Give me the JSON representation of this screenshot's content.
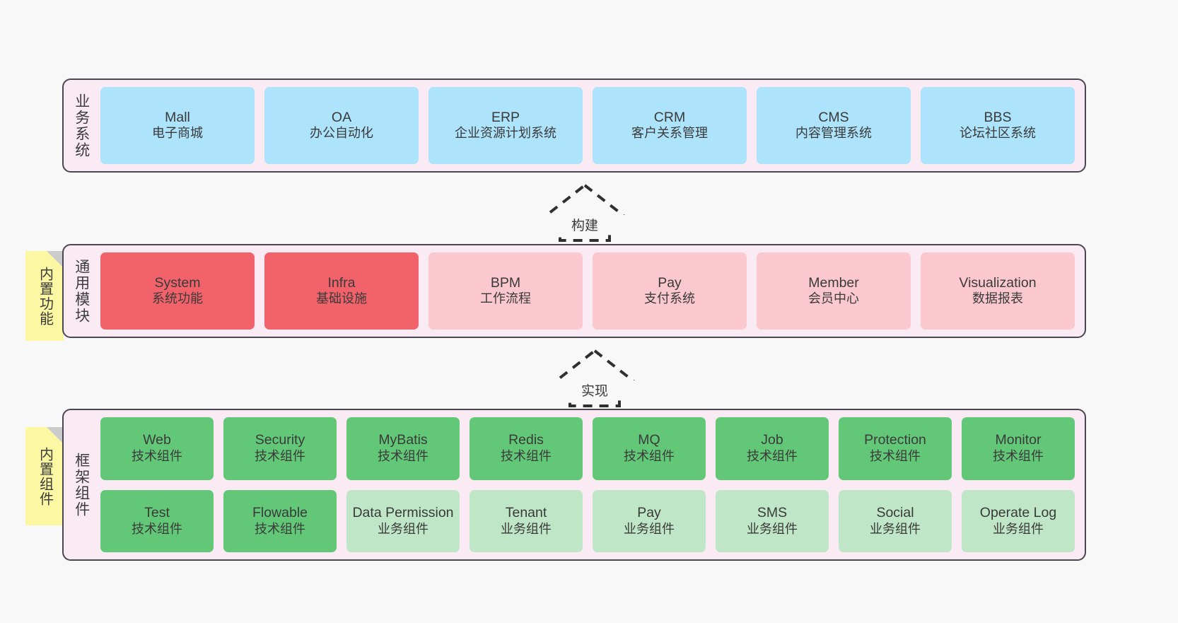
{
  "diagram": {
    "background_color": "#f8f8f8",
    "layer_fill": "#f9eaf4",
    "layer_border": "#4a4652",
    "sticky_color": "#fbf7a3",
    "colors": {
      "blue": "#ade3fb",
      "red": "#f1626a",
      "pink": "#fbc8d0",
      "green": "#62c878",
      "light_green": "#bfe6c6"
    }
  },
  "sticky_notes": [
    {
      "label": "内置功能"
    },
    {
      "label": "内置组件"
    }
  ],
  "connectors": [
    {
      "label": "构建",
      "direction": "up",
      "style": "dashed-block-arrow"
    },
    {
      "label": "实现",
      "direction": "up",
      "style": "dashed-block-arrow"
    }
  ],
  "layers": [
    {
      "name": "business-systems",
      "label": "业务系统",
      "rows": [
        [
          {
            "title": "Mall",
            "sub": "电子商城",
            "color": "blue"
          },
          {
            "title": "OA",
            "sub": "办公自动化",
            "color": "blue"
          },
          {
            "title": "ERP",
            "sub": "企业资源计划系统",
            "color": "blue"
          },
          {
            "title": "CRM",
            "sub": "客户关系管理",
            "color": "blue"
          },
          {
            "title": "CMS",
            "sub": "内容管理系统",
            "color": "blue"
          },
          {
            "title": "BBS",
            "sub": "论坛社区系统",
            "color": "blue"
          }
        ]
      ]
    },
    {
      "name": "common-modules",
      "label": "通用模块",
      "rows": [
        [
          {
            "title": "System",
            "sub": "系统功能",
            "color": "red"
          },
          {
            "title": "Infra",
            "sub": "基础设施",
            "color": "red"
          },
          {
            "title": "BPM",
            "sub": "工作流程",
            "color": "pink"
          },
          {
            "title": "Pay",
            "sub": "支付系统",
            "color": "pink"
          },
          {
            "title": "Member",
            "sub": "会员中心",
            "color": "pink"
          },
          {
            "title": "Visualization",
            "sub": "数据报表",
            "color": "pink"
          }
        ]
      ]
    },
    {
      "name": "framework-components",
      "label": "框架组件",
      "rows": [
        [
          {
            "title": "Web",
            "sub": "技术组件",
            "color": "green"
          },
          {
            "title": "Security",
            "sub": "技术组件",
            "color": "green"
          },
          {
            "title": "MyBatis",
            "sub": "技术组件",
            "color": "green"
          },
          {
            "title": "Redis",
            "sub": "技术组件",
            "color": "green"
          },
          {
            "title": "MQ",
            "sub": "技术组件",
            "color": "green"
          },
          {
            "title": "Job",
            "sub": "技术组件",
            "color": "green"
          },
          {
            "title": "Protection",
            "sub": "技术组件",
            "color": "green"
          },
          {
            "title": "Monitor",
            "sub": "技术组件",
            "color": "green"
          }
        ],
        [
          {
            "title": "Test",
            "sub": "技术组件",
            "color": "green"
          },
          {
            "title": "Flowable",
            "sub": "技术组件",
            "color": "green"
          },
          {
            "title": "Data Permission",
            "sub": "业务组件",
            "color": "light_green"
          },
          {
            "title": "Tenant",
            "sub": "业务组件",
            "color": "light_green"
          },
          {
            "title": "Pay",
            "sub": "业务组件",
            "color": "light_green"
          },
          {
            "title": "SMS",
            "sub": "业务组件",
            "color": "light_green"
          },
          {
            "title": "Social",
            "sub": "业务组件",
            "color": "light_green"
          },
          {
            "title": "Operate Log",
            "sub": "业务组件",
            "color": "light_green"
          }
        ]
      ]
    }
  ]
}
